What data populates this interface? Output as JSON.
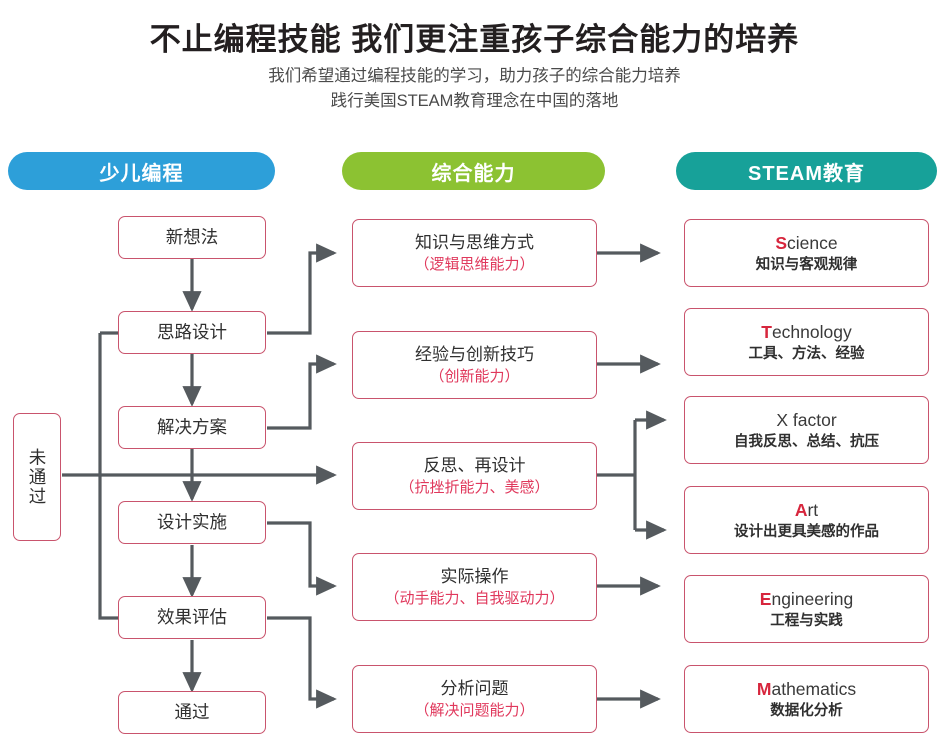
{
  "header": {
    "title": "不止编程技能 我们更注重孩子综合能力的培养",
    "subtitle_line1": "我们希望通过编程技能的学习，助力孩子的综合能力培养",
    "subtitle_line2": "践行美国STEAM教育理念在中国的落地"
  },
  "colors": {
    "blue": "#2d9fd9",
    "green": "#8cc232",
    "teal": "#17a199",
    "box_border": "#c9546d",
    "accent_red": "#e0385c",
    "steam_cap": "#d7263d",
    "connector": "#555a5e"
  },
  "columns": [
    {
      "id": "kids-coding",
      "label": "少儿编程",
      "color": "#2d9fd9"
    },
    {
      "id": "comprehensive-ability",
      "label": "综合能力",
      "color": "#8cc232"
    },
    {
      "id": "steam-education",
      "label": "STEAM教育",
      "color": "#17a199"
    }
  ],
  "left_column": {
    "nodes": [
      {
        "id": "new-idea",
        "label": "新想法"
      },
      {
        "id": "idea-design",
        "label": "思路设计"
      },
      {
        "id": "solution",
        "label": "解决方案"
      },
      {
        "id": "design-implement",
        "label": "设计实施"
      },
      {
        "id": "effect-evaluation",
        "label": "效果评估"
      },
      {
        "id": "passed",
        "label": "通过"
      }
    ],
    "fail_node": {
      "id": "not-passed",
      "label": "未通过"
    }
  },
  "middle_column": {
    "nodes": [
      {
        "id": "knowledge-thinking",
        "title": "知识与思维方式",
        "sub": "（逻辑思维能力）"
      },
      {
        "id": "experience-innovation",
        "title": "经验与创新技巧",
        "sub": "（创新能力）"
      },
      {
        "id": "reflect-redesign",
        "title": "反思、再设计",
        "sub": "（抗挫折能力、美感）"
      },
      {
        "id": "hands-on",
        "title": "实际操作",
        "sub": "（动手能力、自我驱动力）"
      },
      {
        "id": "analyze-problem",
        "title": "分析问题",
        "sub": "（解决问题能力）"
      }
    ]
  },
  "right_column": {
    "nodes": [
      {
        "id": "science",
        "cap": "S",
        "rest": "cience",
        "cn": "知识与客观规律"
      },
      {
        "id": "technology",
        "cap": "T",
        "rest": "echnology",
        "cn": "工具、方法、经验"
      },
      {
        "id": "x-factor",
        "cap": "",
        "rest": "X factor",
        "cn": "自我反思、总结、抗压"
      },
      {
        "id": "art",
        "cap": "A",
        "rest": "rt",
        "cn": "设计出更具美感的作品"
      },
      {
        "id": "engineering",
        "cap": "E",
        "rest": "ngineering",
        "cn": "工程与实践"
      },
      {
        "id": "mathematics",
        "cap": "M",
        "rest": "athematics",
        "cn": "数据化分析"
      }
    ]
  }
}
